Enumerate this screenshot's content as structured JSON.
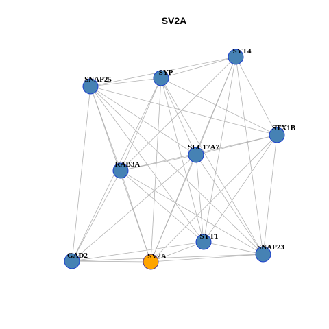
{
  "title": "SV2A",
  "colors": {
    "node_default": "#4682b4",
    "node_focus": "#ffa500",
    "node_stroke_default": "#1c3fcc",
    "node_stroke_focus": "#5a3a8a",
    "edge": "#b3b3b3",
    "background": "#ffffff"
  },
  "focus_node": "SV2A",
  "nodes": [
    {
      "id": "SYT4",
      "label": "SYT4"
    },
    {
      "id": "SYP",
      "label": "SYP"
    },
    {
      "id": "SNAP25",
      "label": "SNAP25"
    },
    {
      "id": "STX1B",
      "label": "STX1B"
    },
    {
      "id": "SLC17A7",
      "label": "SLC17A7"
    },
    {
      "id": "RAB3A",
      "label": "RAB3A"
    },
    {
      "id": "SYT1",
      "label": "SYT1"
    },
    {
      "id": "SNAP23",
      "label": "SNAP23"
    },
    {
      "id": "GAD2",
      "label": "GAD2"
    },
    {
      "id": "SV2A",
      "label": "SV2A"
    }
  ],
  "edges": [
    [
      "SNAP25",
      "SYP"
    ],
    [
      "SNAP25",
      "SYT4"
    ],
    [
      "SNAP25",
      "STX1B"
    ],
    [
      "SNAP25",
      "SLC17A7"
    ],
    [
      "SNAP25",
      "RAB3A"
    ],
    [
      "SNAP25",
      "SYT1"
    ],
    [
      "SNAP25",
      "SNAP23"
    ],
    [
      "SNAP25",
      "GAD2"
    ],
    [
      "SNAP25",
      "SV2A"
    ],
    [
      "SYP",
      "SYT4"
    ],
    [
      "SYP",
      "STX1B"
    ],
    [
      "SYP",
      "SLC17A7"
    ],
    [
      "SYP",
      "RAB3A"
    ],
    [
      "SYP",
      "SYT1"
    ],
    [
      "SYP",
      "SNAP23"
    ],
    [
      "SYP",
      "GAD2"
    ],
    [
      "SYP",
      "SV2A"
    ],
    [
      "SYT4",
      "STX1B"
    ],
    [
      "SYT4",
      "SLC17A7"
    ],
    [
      "SYT4",
      "RAB3A"
    ],
    [
      "SYT4",
      "SYT1"
    ],
    [
      "SYT4",
      "SNAP23"
    ],
    [
      "SYT4",
      "SV2A"
    ],
    [
      "STX1B",
      "SLC17A7"
    ],
    [
      "STX1B",
      "RAB3A"
    ],
    [
      "STX1B",
      "SYT1"
    ],
    [
      "STX1B",
      "SNAP23"
    ],
    [
      "STX1B",
      "SV2A"
    ],
    [
      "SLC17A7",
      "RAB3A"
    ],
    [
      "SLC17A7",
      "SYT1"
    ],
    [
      "SLC17A7",
      "SNAP23"
    ],
    [
      "SLC17A7",
      "GAD2"
    ],
    [
      "SLC17A7",
      "SV2A"
    ],
    [
      "RAB3A",
      "SYT1"
    ],
    [
      "RAB3A",
      "SNAP23"
    ],
    [
      "RAB3A",
      "GAD2"
    ],
    [
      "RAB3A",
      "SV2A"
    ],
    [
      "SYT1",
      "SNAP23"
    ],
    [
      "SYT1",
      "GAD2"
    ],
    [
      "SYT1",
      "SV2A"
    ],
    [
      "SNAP23",
      "GAD2"
    ],
    [
      "SNAP23",
      "SV2A"
    ],
    [
      "GAD2",
      "SV2A"
    ]
  ]
}
